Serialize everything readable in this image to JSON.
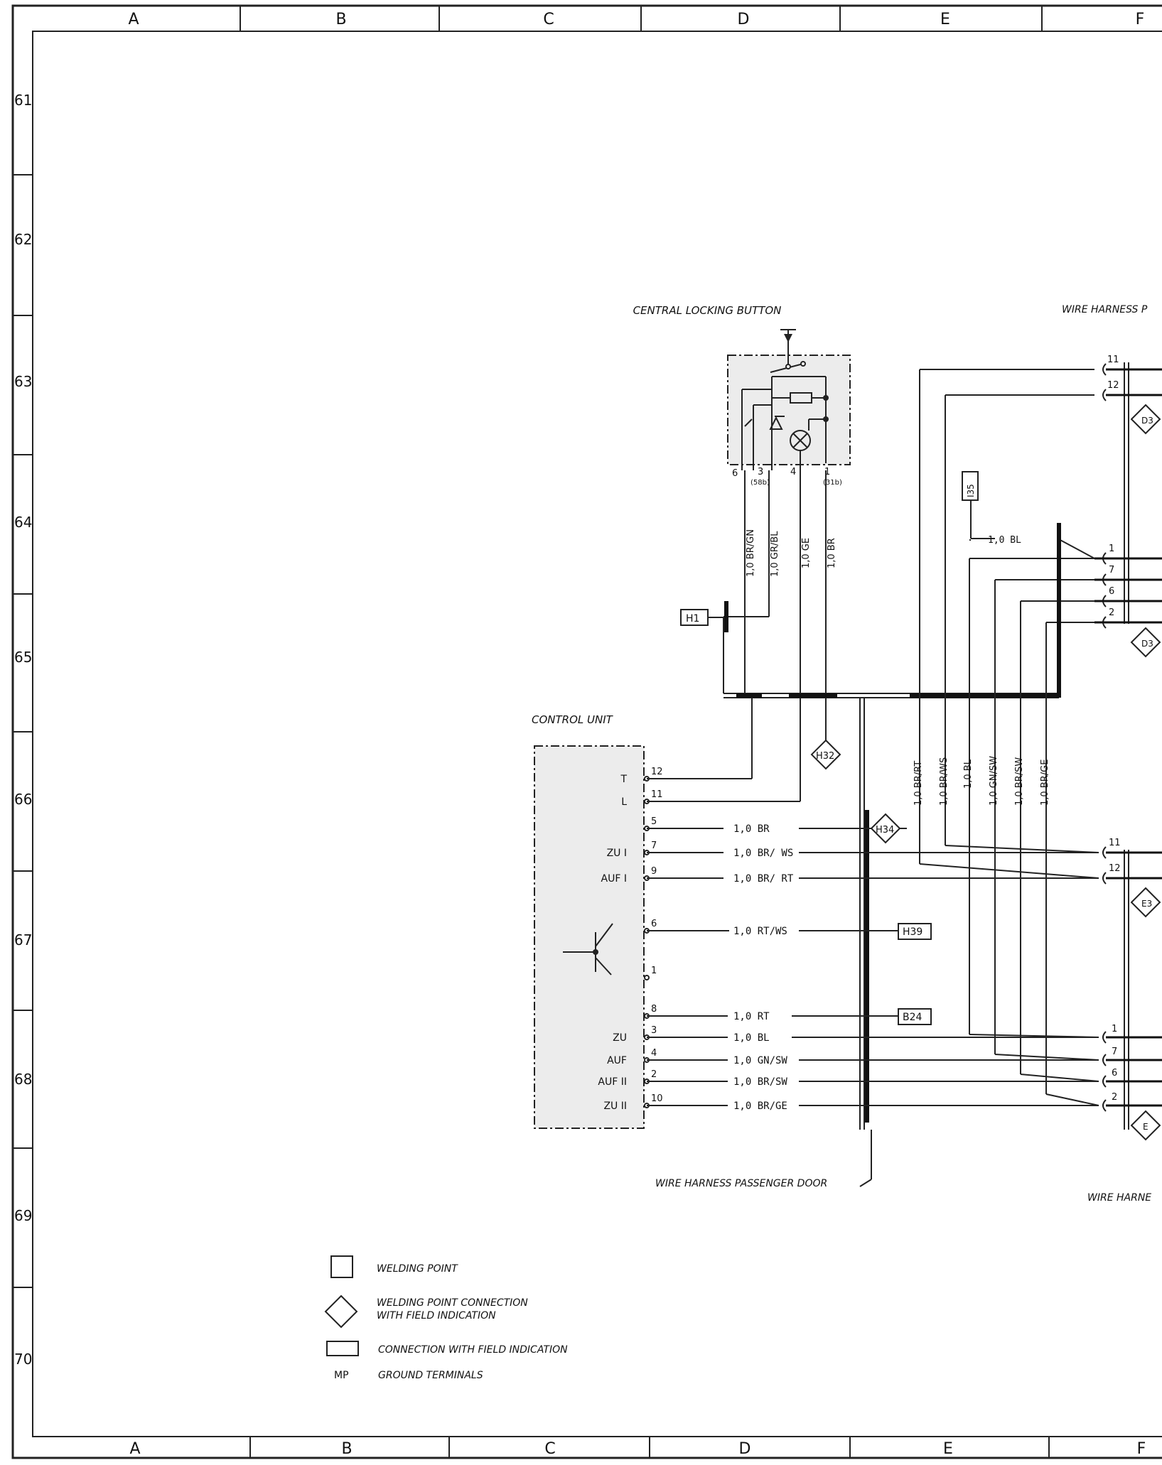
{
  "grid": {
    "columns": [
      "A",
      "B",
      "C",
      "D",
      "E",
      "F"
    ],
    "rows": [
      "61",
      "62",
      "63",
      "64",
      "65",
      "66",
      "67",
      "68",
      "69",
      "70"
    ]
  },
  "titles": {
    "central_locking_button": "CENTRAL LOCKING BUTTON",
    "control_unit": "CONTROL UNIT",
    "wire_harness_top": "WIRE HARNESS P",
    "wire_harness_passenger_door": "WIRE HARNESS PASSENGER DOOR",
    "wire_harness_bottom": "WIRE HARNE"
  },
  "switch": {
    "pins": [
      "6",
      "3",
      "4",
      "1"
    ],
    "pin_notes": [
      "(58b)",
      "(31b)"
    ],
    "wires": [
      "1,0 BR/GN",
      "1,0 GR/BL",
      "1,0 GE",
      "1,0 BR"
    ]
  },
  "connections": {
    "h1": "H1",
    "h32": "H32",
    "h34": "H34",
    "h39": "H39",
    "b24": "B24",
    "i35": "I35",
    "d_top": "D3",
    "d_mid": "D3",
    "e_mid": "E3",
    "e_bot": "E"
  },
  "harness_wire": "1,0 BL",
  "vertical_wires": [
    "1,0 BR/RT",
    "1,0 BR/WS",
    "1,0 BL",
    "1,0 GN/SW",
    "1,0 BR/SW",
    "1,0 BR/GE"
  ],
  "connector_pins": {
    "top_a": [
      "11",
      "12"
    ],
    "top_b": [
      "1",
      "7",
      "6",
      "2"
    ],
    "bot_a": [
      "11",
      "12"
    ],
    "bot_b": [
      "1",
      "7",
      "6",
      "2"
    ]
  },
  "control_unit": {
    "pins": [
      {
        "num": "12",
        "label": "T",
        "wire": ""
      },
      {
        "num": "11",
        "label": "L",
        "wire": ""
      },
      {
        "num": "5",
        "label": "",
        "wire": "1,0 BR"
      },
      {
        "num": "7",
        "label": "ZU I",
        "wire": "1,0 BR/ WS"
      },
      {
        "num": "9",
        "label": "AUF I",
        "wire": "1,0 BR/ RT"
      },
      {
        "num": "6",
        "label": "",
        "wire": "1,0 RT/WS"
      },
      {
        "num": "1",
        "label": "",
        "wire": ""
      },
      {
        "num": "8",
        "label": "",
        "wire": "1,0 RT"
      },
      {
        "num": "3",
        "label": "ZU",
        "wire": "1,0 BL"
      },
      {
        "num": "4",
        "label": "AUF",
        "wire": "1,0 GN/SW"
      },
      {
        "num": "2",
        "label": "AUF II",
        "wire": "1,0 BR/SW"
      },
      {
        "num": "10",
        "label": "ZU II",
        "wire": "1,0 BR/GE"
      }
    ]
  },
  "legend": [
    {
      "symbol": "square",
      "text": "WELDING POINT"
    },
    {
      "symbol": "diamond",
      "text": "WELDING POINT CONNECTION",
      "text2": "WITH FIELD INDICATION"
    },
    {
      "symbol": "rect",
      "text": "CONNECTION WITH FIELD INDICATION"
    },
    {
      "symbol": "MP",
      "text": "GROUND TERMINALS"
    }
  ]
}
